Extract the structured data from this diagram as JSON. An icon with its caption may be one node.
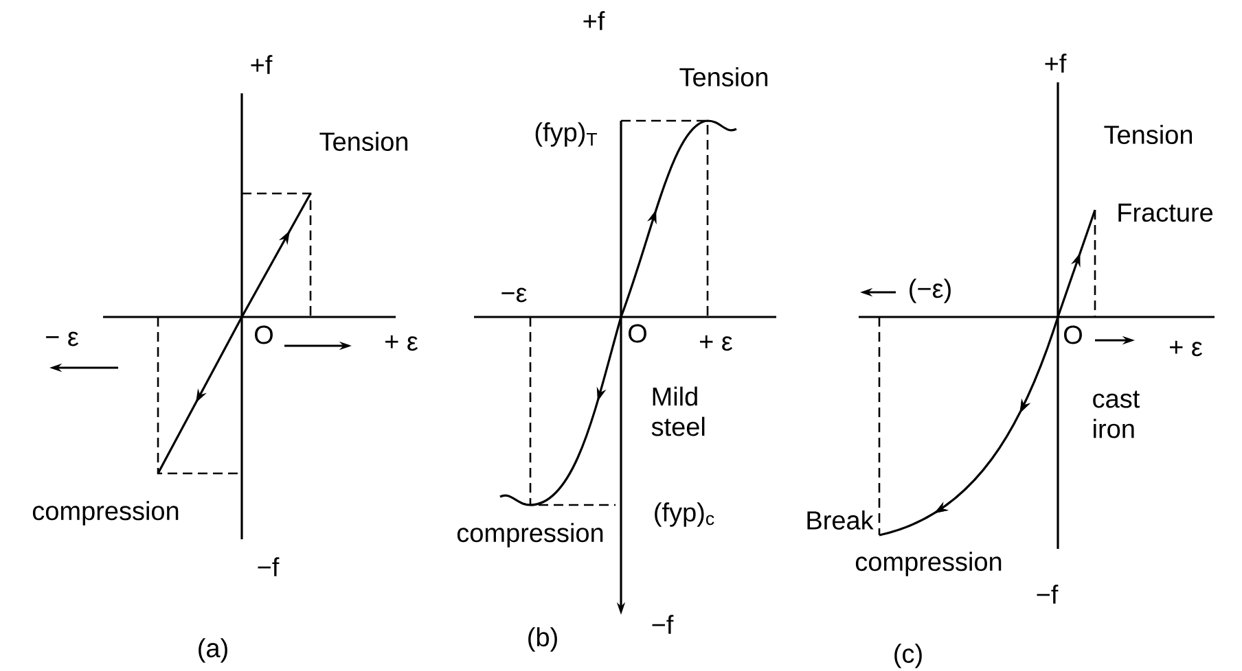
{
  "diagram": {
    "labels": [
      "+f",
      "Tension",
      "O",
      "− ε",
      "+ ε",
      "compression",
      "−f",
      "(a)",
      "+f",
      "Tension",
      "(fyp)$_{T}$",
      "−ε",
      "O",
      "+ ε",
      "Mild steel",
      "(fyp)$_{c}$",
      "compression",
      "−f",
      "(b)",
      "+f",
      "Tension",
      "Fracture",
      "(−ε)",
      "O",
      "+ ε",
      "cast iron",
      "Break",
      "compression",
      "−f",
      "(c)"
    ]
  }
}
